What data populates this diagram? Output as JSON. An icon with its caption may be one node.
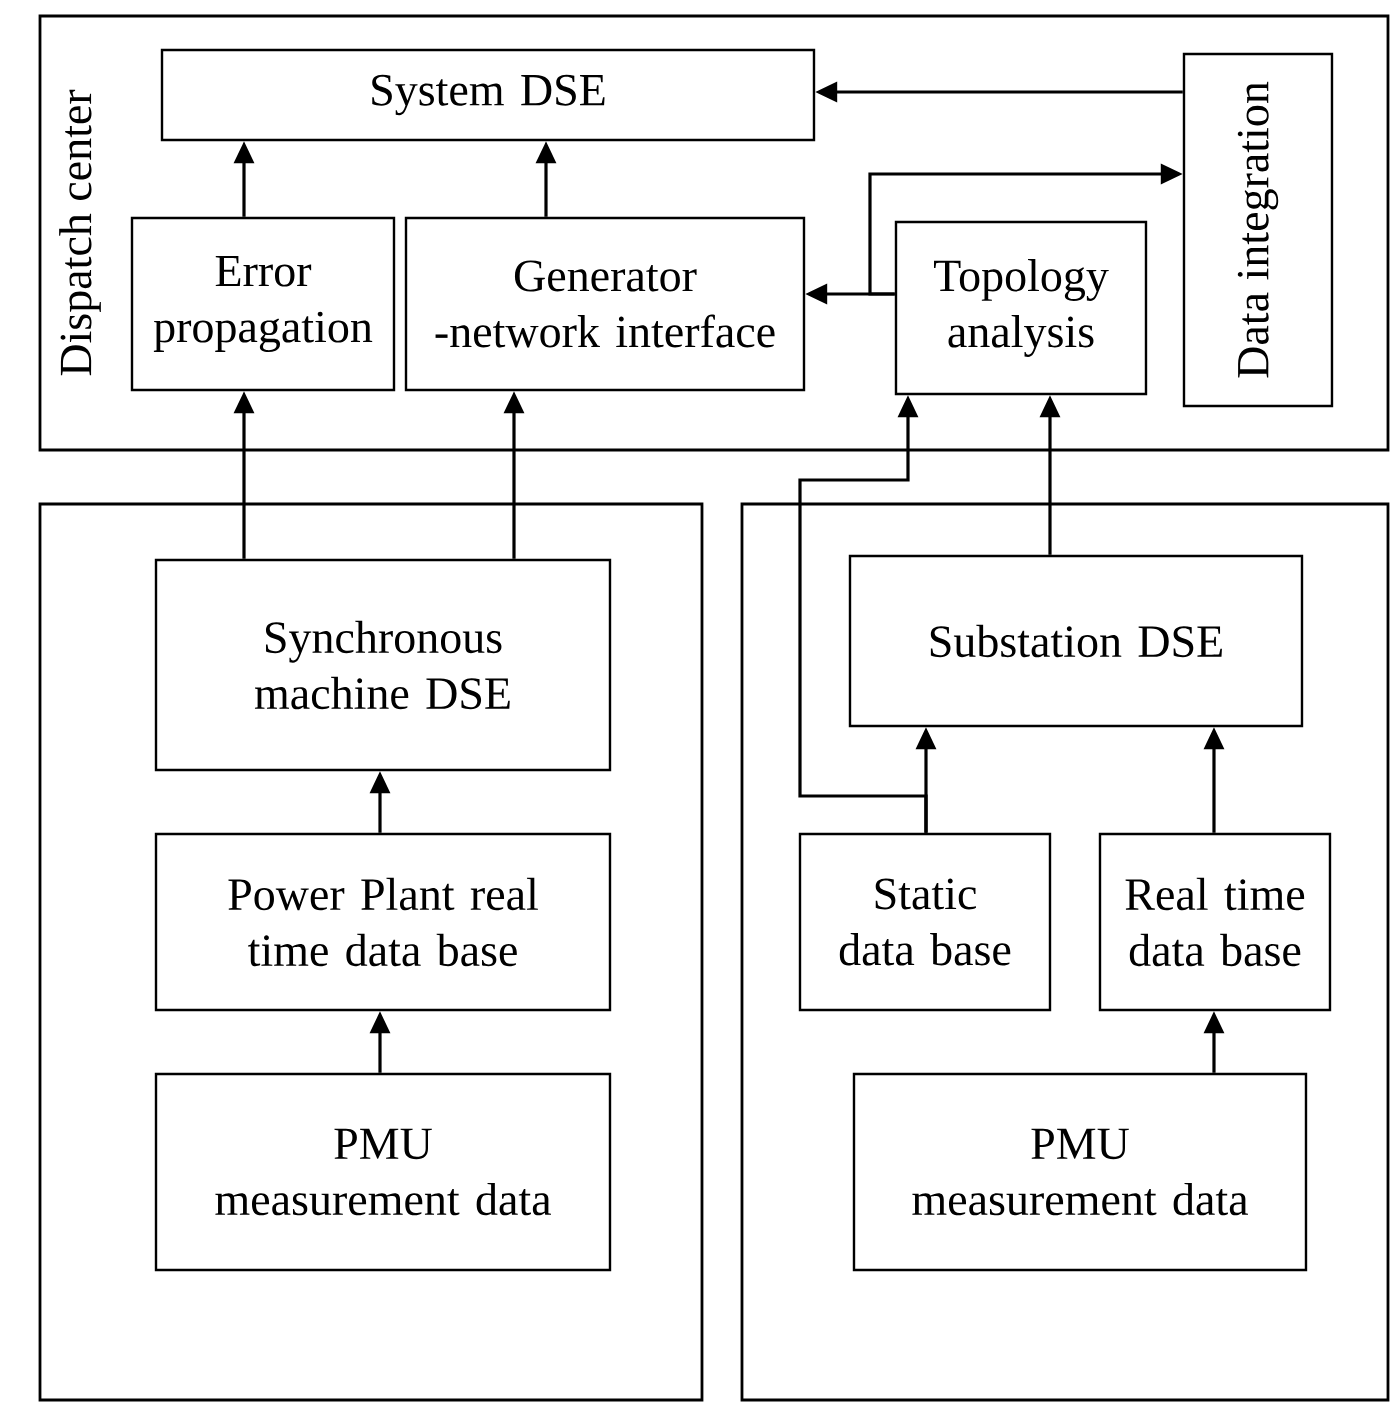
{
  "diagram": {
    "nodes": [
      {
        "text": [
          "Dispatch center"
        ]
      },
      {
        "text": [
          "System DSE"
        ],
        "in": 0
      },
      {
        "text": [
          "Error propagation"
        ],
        "in": 0
      },
      {
        "text": [
          "Generator -network interface"
        ],
        "in": 0
      },
      {
        "text": [
          "Topology analysis"
        ],
        "in": 0
      },
      {
        "text": [
          "Data integration"
        ],
        "in": 0
      },
      {
        "text": [],
        "shape": "box"
      },
      {
        "text": [
          "Synchronous machine DSE"
        ],
        "in": 6
      },
      {
        "text": [
          "Power Plant real time data base"
        ],
        "in": 6
      },
      {
        "text": [
          "PMU measurement data"
        ],
        "in": 6
      },
      {
        "text": [],
        "shape": "box"
      },
      {
        "text": [
          "Substation DSE"
        ],
        "in": 10
      },
      {
        "text": [
          "Static data base"
        ],
        "in": 10
      },
      {
        "text": [
          "Real time data base"
        ],
        "in": 10
      },
      {
        "text": [
          "PMU measurement data"
        ],
        "in": 10
      }
    ],
    "edges": [
      {
        "from": 2,
        "to": 1,
        "arrow": "to"
      },
      {
        "from": 3,
        "to": 1,
        "arrow": "to"
      },
      {
        "from": 5,
        "to": 1,
        "arrow": "to"
      },
      {
        "from": 4,
        "to": 3,
        "arrow": "to"
      },
      {
        "from": 4,
        "to": 5,
        "arrow": "to"
      },
      {
        "from": 7,
        "to": 2,
        "arrow": "to"
      },
      {
        "from": 7,
        "to": 3,
        "arrow": "to"
      },
      {
        "from": 8,
        "to": 7,
        "arrow": "to"
      },
      {
        "from": 9,
        "to": 8,
        "arrow": "to"
      },
      {
        "from": 11,
        "to": 4,
        "arrow": "to"
      },
      {
        "from": 12,
        "to": 4,
        "arrow": "to"
      },
      {
        "from": 12,
        "to": 11,
        "arrow": "to"
      },
      {
        "from": 13,
        "to": 11,
        "arrow": "to"
      },
      {
        "from": 14,
        "to": 13,
        "arrow": "to"
      }
    ]
  }
}
